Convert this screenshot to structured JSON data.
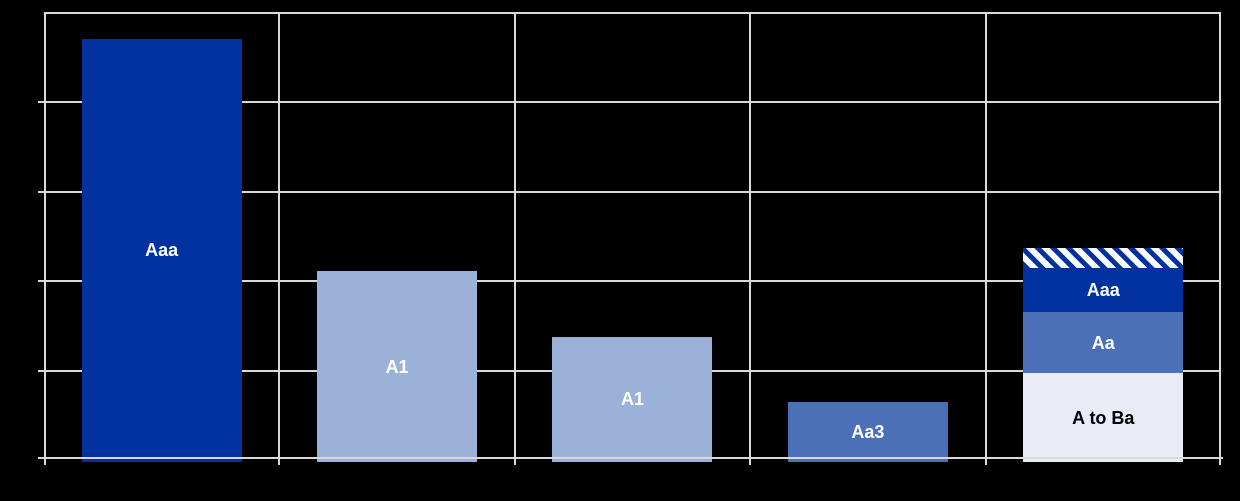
{
  "colors": {
    "background": "#000000",
    "gridline": "#D9D9D9",
    "dark_blue": "#0132A0",
    "light_blue": "#9BB1D8",
    "medium_blue": "#4B70B7",
    "pale_fill": "#E9EBF6",
    "label_light": "#FFFFFF",
    "label_dark": "#000000"
  },
  "chart_data": {
    "type": "bar",
    "title": "",
    "xlabel": "",
    "ylabel": "",
    "axis_text_visible": false,
    "y_units": "gridline divisions (axis tick labels not visible in image)",
    "ylim": [
      0,
      5
    ],
    "gridline_interval": 1,
    "grid": "both horizontal and vertical major gridlines, light gray",
    "legend": "none",
    "bars": [
      {
        "label": "Aaa",
        "value": 4.7,
        "color": "#0132A0",
        "label_color": "#FFFFFF"
      },
      {
        "label": "A1",
        "value": 2.1,
        "color": "#9BB1D8",
        "label_color": "#FFFFFF"
      },
      {
        "label": "A1",
        "value": 1.37,
        "color": "#9BB1D8",
        "label_color": "#FFFFFF"
      },
      {
        "label": "Aa3",
        "value": 0.64,
        "color": "#4B70B7",
        "label_color": "#FFFFFF"
      },
      {
        "label": "stacked-bar",
        "stack": [
          {
            "label": "A to Ba",
            "value": 0.96,
            "color": "#E9EBF6",
            "label_color": "#000000"
          },
          {
            "label": "Aa",
            "value": 0.68,
            "color": "#4B70B7",
            "label_color": "#FFFFFF"
          },
          {
            "label": "Aaa",
            "value": 0.5,
            "color": "#0132A0",
            "label_color": "#FFFFFF"
          },
          {
            "label": "",
            "value": 0.22,
            "pattern": "diagonal-stripes",
            "color": "#FFFFFF",
            "stripe_color": "#0132A0"
          }
        ]
      }
    ]
  }
}
